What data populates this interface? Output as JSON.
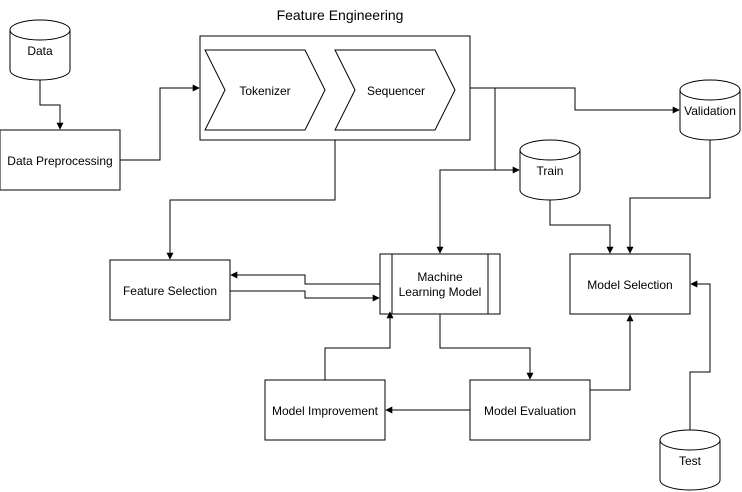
{
  "diagram": {
    "title": "Feature Engineering",
    "nodes": {
      "data": "Data",
      "preprocessing": "Data Preprocessing",
      "tokenizer": "Tokenizer",
      "sequencer": "Sequencer",
      "validation": "Validation",
      "train": "Train",
      "feature_selection": "Feature Selection",
      "ml_model_line1": "Machine",
      "ml_model_line2": "Learning Model",
      "model_selection": "Model Selection",
      "model_improvement": "Model Improvement",
      "model_evaluation": "Model Evaluation",
      "test": "Test"
    }
  },
  "colors": {
    "stroke": "#000000",
    "fill": "#ffffff"
  }
}
